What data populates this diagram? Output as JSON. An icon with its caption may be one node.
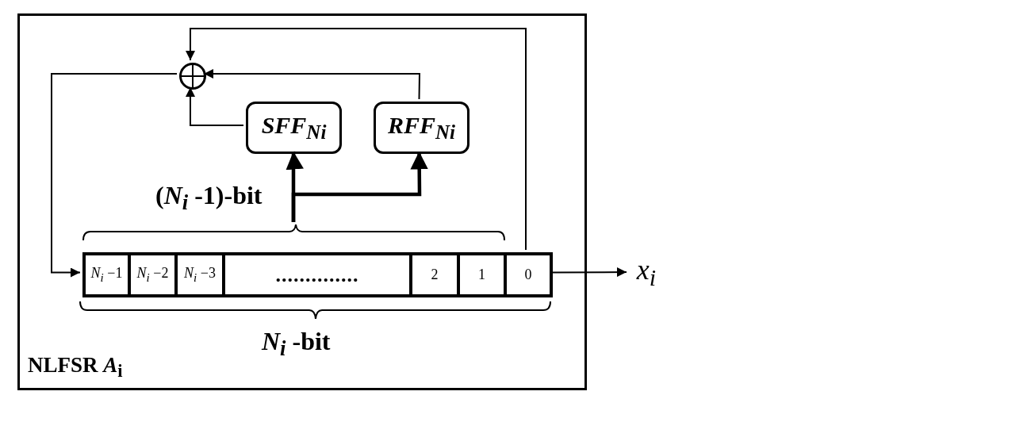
{
  "diagram": {
    "nodes": [
      {
        "text": [
          "NLFSR *A*$_{i}$"
        ]
      },
      {
        "text": [],
        "shape": "circle",
        "in": 0
      },
      {
        "text": [
          "SFF$_{Ni}$"
        ],
        "in": 0
      },
      {
        "text": [
          "RFF$_{Ni}$"
        ],
        "in": 0
      },
      {
        "text": [
          "*N*$_{i}$ −1"
        ],
        "in": 0
      },
      {
        "text": [
          "*N*$_{i}$ −2"
        ],
        "in": 0
      },
      {
        "text": [
          "*N*$_{i}$ −3"
        ],
        "in": 0
      },
      {
        "text": [
          ".............."
        ],
        "in": 0
      },
      {
        "text": [
          "2"
        ],
        "in": 0
      },
      {
        "text": [
          "1"
        ],
        "in": 0
      },
      {
        "text": [
          "0"
        ],
        "in": 0
      },
      {
        "text": [
          "x$_{i}$"
        ]
      },
      {
        "text": [],
        "shape": "brace",
        "in": 0
      }
    ],
    "edges": [
      {
        "from": 10,
        "to": 1,
        "arrow": "to"
      },
      {
        "from": 1,
        "to": 4,
        "arrow": "to"
      },
      {
        "from": 2,
        "to": 1,
        "arrow": "to"
      },
      {
        "from": 3,
        "to": 1,
        "arrow": "to"
      },
      {
        "from": 12,
        "to": 2,
        "arrow": "to",
        "style": "thick"
      },
      {
        "from": 12,
        "to": 3,
        "arrow": "to",
        "style": "thick"
      },
      {
        "from": 10,
        "to": 11,
        "arrow": "to"
      }
    ],
    "labels": [
      "(*N*$_{i}$ -1)-bit",
      "*N*$_{i}$ -bit"
    ]
  }
}
